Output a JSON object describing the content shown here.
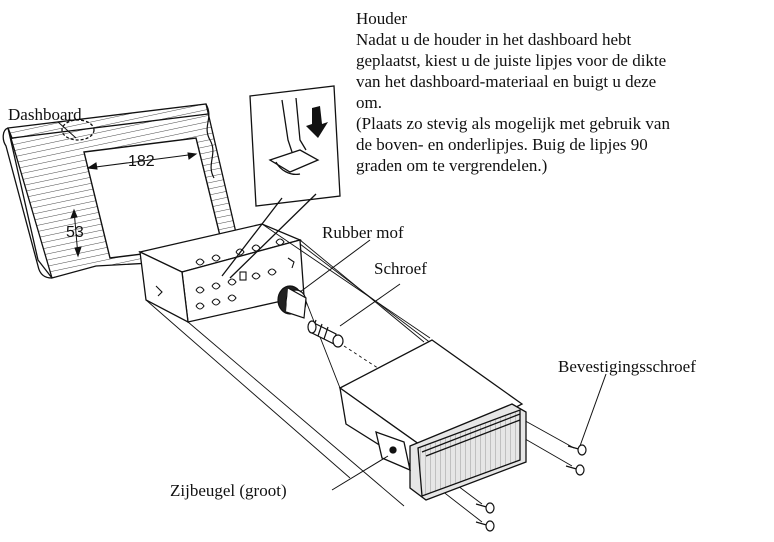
{
  "labels": {
    "dashboard": "Dashboard",
    "dim_width": "182",
    "dim_height": "53",
    "rubber_sleeve": "Rubber mof",
    "screw": "Schroef",
    "fixing_screw": "Bevestigingsschroef",
    "side_bracket": "Zijbeugel (groot)"
  },
  "holder_note": {
    "title": "Houder",
    "lines": [
      "Nadat u de houder in het dashboard hebt",
      "geplaatst, kiest u de juiste lipjes voor de dikte",
      "van het dashboard-materiaal en buigt u deze",
      "om.",
      "(Plaats zo stevig als mogelijk met gebruik van",
      "de boven- en onderlipjes. Buig de lipjes 90",
      "graden om te vergrendelen.)"
    ]
  },
  "colors": {
    "line": "#111111",
    "unit_front": "#c8c8c8",
    "hatch": "#333333"
  }
}
